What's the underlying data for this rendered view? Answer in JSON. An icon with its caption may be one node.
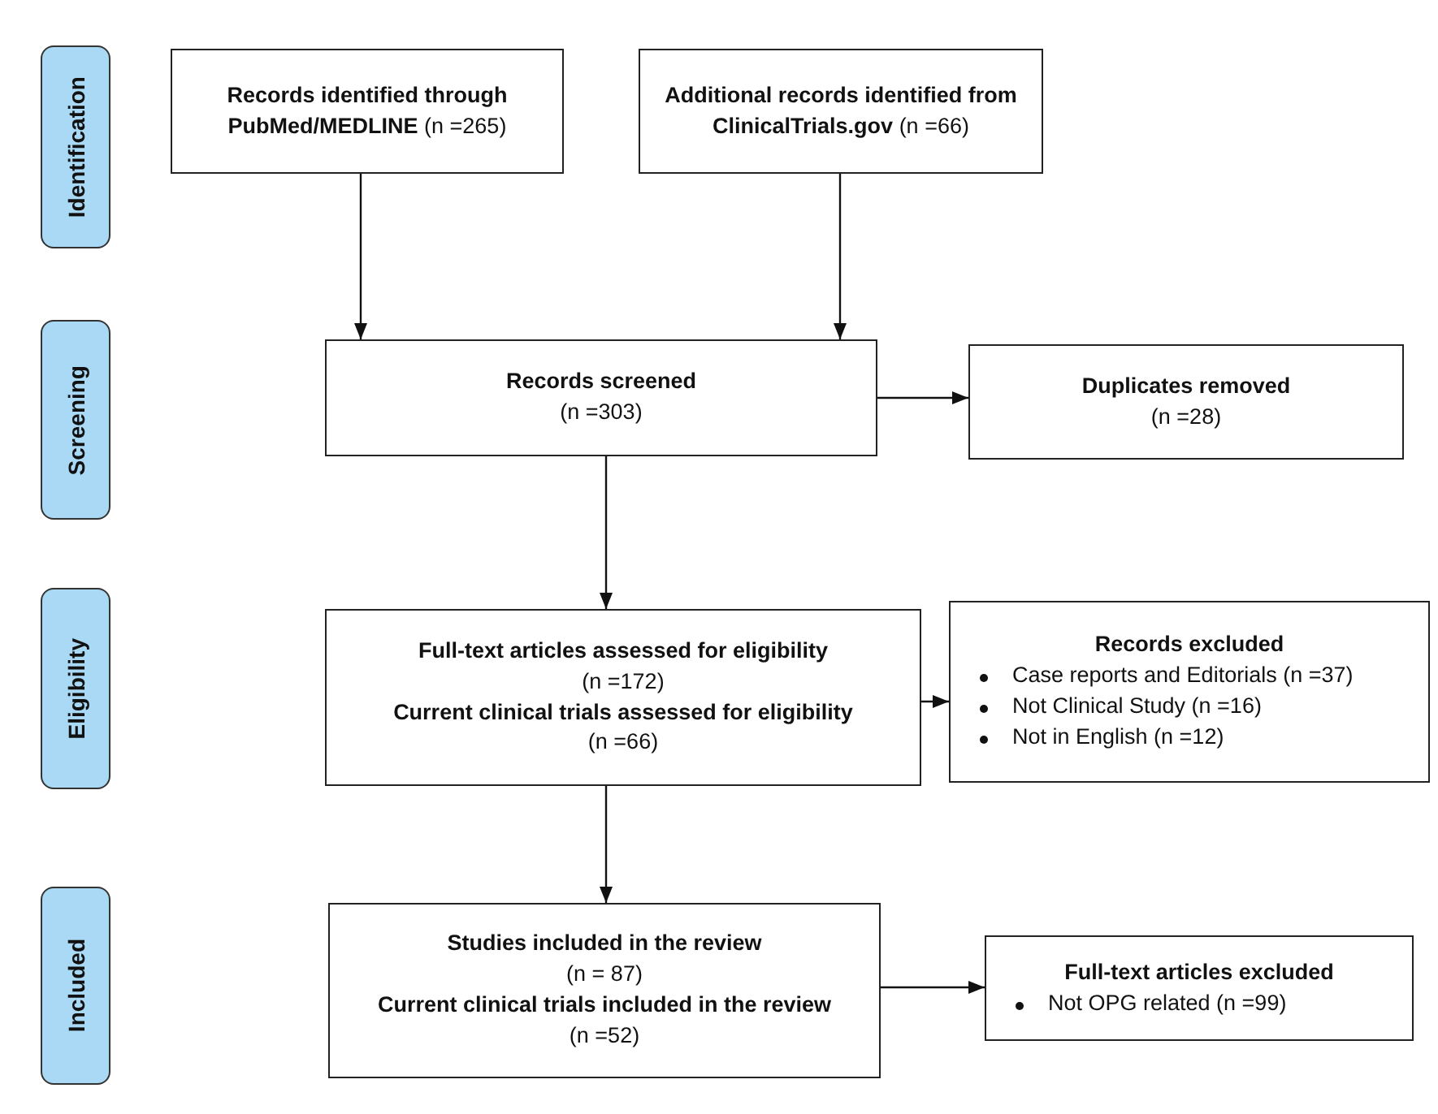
{
  "diagram": {
    "nodes": [
      {
        "text": [
          "Identification"
        ]
      },
      {
        "text": [
          "Screening"
        ]
      },
      {
        "text": [
          "Eligibility"
        ]
      },
      {
        "text": [
          "Included"
        ]
      },
      {
        "text": [
          "**Records identified through PubMed/MEDLINE** (n =265)"
        ]
      },
      {
        "text": [
          "**Additional records identified from ClinicalTrials.gov** (n =66)"
        ]
      },
      {
        "text": [
          "Records screened",
          "(n =303)"
        ]
      },
      {
        "text": [
          "Duplicates removed",
          "(n =28)"
        ]
      },
      {
        "text": [
          "Full-text articles assessed for eligibility",
          "(n =172)",
          "Current clinical trials assessed for eligibility",
          "(n =66)"
        ]
      },
      {
        "text": [
          "Records excluded",
          "Case reports and Editorials (n =37)",
          "Not Clinical Study (n =16)",
          "Not in English (n =12)"
        ]
      },
      {
        "text": [
          "Studies included in the review",
          "(n = 87)",
          "Current clinical trials included in the review",
          "(n =52)"
        ]
      },
      {
        "text": [
          "Full-text articles excluded",
          "Not OPG related (n =99)"
        ]
      }
    ],
    "edges": [
      {
        "from": 4,
        "to": 6,
        "arrow": "to"
      },
      {
        "from": 5,
        "to": 6,
        "arrow": "to"
      },
      {
        "from": 6,
        "to": 7,
        "arrow": "to"
      },
      {
        "from": 6,
        "to": 8,
        "arrow": "to"
      },
      {
        "from": 8,
        "to": 9,
        "arrow": "to"
      },
      {
        "from": 8,
        "to": 10,
        "arrow": "to"
      },
      {
        "from": 10,
        "to": 11,
        "arrow": "to"
      }
    ]
  }
}
